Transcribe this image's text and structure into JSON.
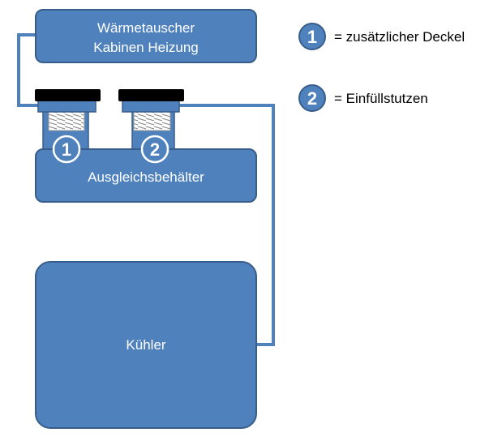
{
  "components": {
    "heat_exchanger": {
      "line1": "Wärmetauscher",
      "line2": "Kabinen Heizung"
    },
    "expansion_tank": {
      "label": "Ausgleichsbehälter"
    },
    "radiator": {
      "label": "Kühler"
    }
  },
  "markers": {
    "one": "1",
    "two": "2"
  },
  "legend": {
    "items": [
      {
        "number": "1",
        "text": "= zusätzlicher Deckel"
      },
      {
        "number": "2",
        "text": "= Einfüllstutzen"
      }
    ]
  },
  "colors": {
    "box_fill": "#4F81BD",
    "box_stroke": "#385D8A",
    "pipe": "#4F81BD",
    "cap": "#000000",
    "box_text": "#FFFFFF",
    "legend_text": "#000000"
  }
}
